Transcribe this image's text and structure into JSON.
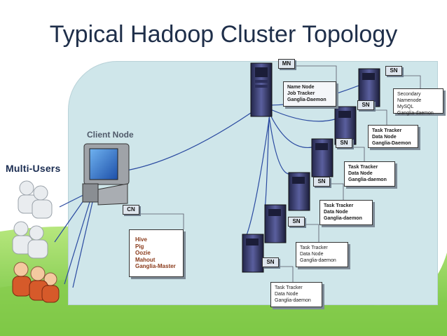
{
  "title": "Typical Hadoop Cluster Topology",
  "labels": {
    "client_node": "Client Node",
    "multi_users": "Multi-Users"
  },
  "tags": {
    "mn": "MN",
    "cn": "CN",
    "sn": "SN"
  },
  "boxes": {
    "master": [
      "Name Node",
      "Job Tracker",
      "Ganglia-Daemon"
    ],
    "client": [
      "Hive",
      "Pig",
      "Oozie",
      "Mahout",
      "Ganglia-Master"
    ],
    "slave1": [
      "Secondary",
      "Namenode",
      "MySQL",
      "Ganglia-daemon"
    ],
    "slave2": [
      "Task Tracker",
      "Data Node",
      "Ganglia-Daemon"
    ],
    "slave3": [
      "Task Tracker",
      "Data Node",
      "Ganglia-daemon"
    ],
    "slave4": [
      "Task Tracker",
      "Data Node",
      "Ganglia-daemon"
    ],
    "slave5": [
      "Task Tracker",
      "Data Node",
      "Ganglia-daemon"
    ],
    "slave6": [
      "Task Tracker",
      "Data Node",
      "Ganglia-daemon"
    ]
  },
  "colors": {
    "title": "#1f2f4a",
    "panel": "#cfe6ea",
    "connector": "#2a4aa0",
    "grass": "#8fd25a",
    "server": "#3a3e6e"
  }
}
